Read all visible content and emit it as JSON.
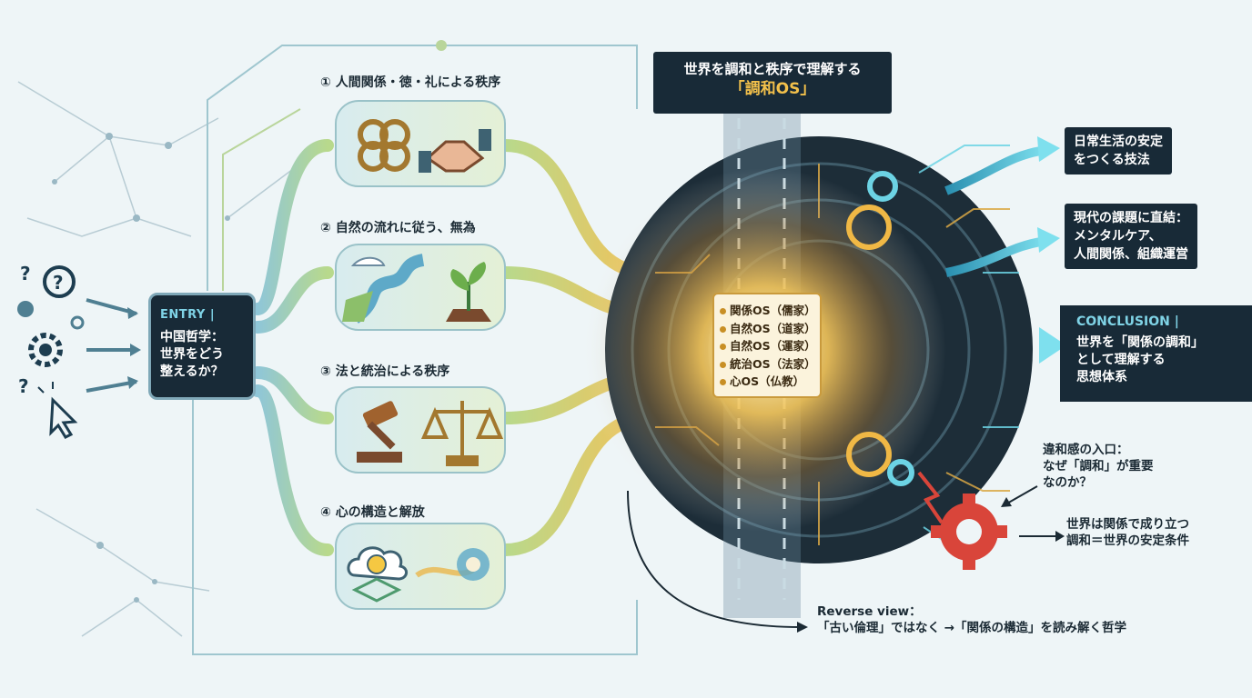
{
  "entry": {
    "tag": "ENTRY |",
    "line1": "中国哲学：",
    "line2": "世界をどう",
    "line3": "整えるか？"
  },
  "steps": [
    {
      "title": "① 人間関係・徳・礼による秩序",
      "icons": [
        "knot-icon",
        "handshake-icon"
      ]
    },
    {
      "title": "② 自然の流れに従う、無為",
      "icons": [
        "river-icon",
        "sprout-icon"
      ]
    },
    {
      "title": "③ 法と統治による秩序",
      "icons": [
        "gavel-icon",
        "scales-icon"
      ]
    },
    {
      "title": "④ 心の構造と解放",
      "icons": [
        "lightbulb-cloud-icon",
        "wind-swirl-icon"
      ]
    }
  ],
  "top_callout": {
    "line1": "世界を調和と秩序で理解する",
    "line2": "「調和OS」"
  },
  "os_list": [
    "関係OS（儒家）",
    "自然OS（道家）",
    "自然OS（運家）",
    "統治OS（法家）",
    "心OS（仏教）"
  ],
  "right": {
    "box1": {
      "line1": "日常生活の安定",
      "line2": "をつくる技法"
    },
    "box2": {
      "line1": "現代の課題に直結：",
      "line2": "メンタルケア、",
      "line3": "人間関係、組織運営"
    },
    "conclusion": {
      "tag": "CONCLUSION |",
      "line1": "世界を「関係の調和」",
      "line2": "として理解する",
      "line3": "思想体系"
    },
    "note1": {
      "line1": "違和感の入口：",
      "line2": "なぜ「調和」が重要",
      "line3": "なのか？"
    },
    "note2": {
      "line1": "世界は関係で成り立つ",
      "line2": "調和＝世界の安定条件"
    }
  },
  "reverse": {
    "line1": "Reverse view：",
    "line2": "「古い倫理」ではなく →「関係の構造」を読み解く哲学"
  },
  "colors": {
    "dark": "#182a37",
    "gold": "#e8b64a",
    "teal": "#5fc7d8",
    "red": "#d9453a",
    "accent_text": "#7fd3e6"
  }
}
